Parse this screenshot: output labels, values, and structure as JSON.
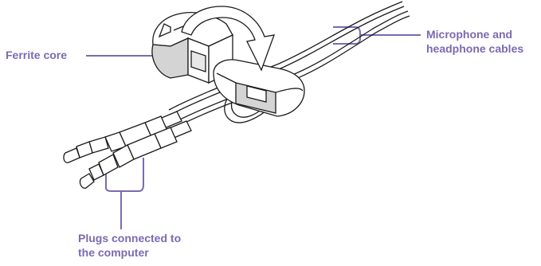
{
  "labels": {
    "ferrite_core": "Ferrite core",
    "mic_headphone": [
      "Microphone and",
      "headphone cables"
    ],
    "plugs": [
      "Plugs connected to",
      "the computer"
    ]
  },
  "colors": {
    "label": "#7b6ab0",
    "leader": "#7b6ab0",
    "outline": "#1a1a1a",
    "fill": "#ffffff",
    "shade": "#d4d4d4"
  }
}
